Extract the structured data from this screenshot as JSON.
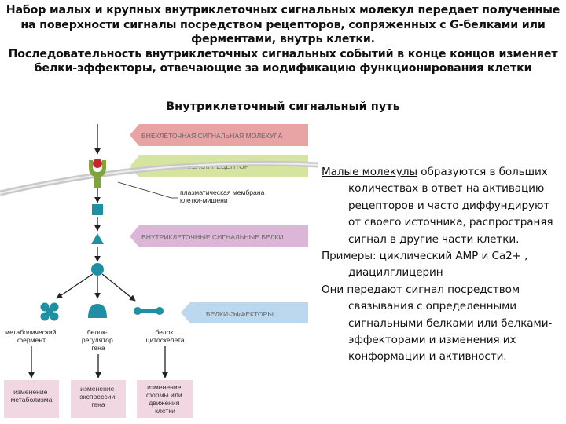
{
  "header": {
    "lines": [
      "Набор малых и крупных внутриклеточных сигнальных молекул передает полученные",
      "на поверхности сигналы посредством рецепторов, сопряженных с G-белками или",
      "ферментами, внутрь клетки.",
      "Последовательность внутриклеточных сигнальных событий в конце концов изменяет",
      "белки-эффекторы, отвечающие за модификацию функционирования клетки"
    ]
  },
  "section_title": "Внутриклеточный  сигнальный путь",
  "diagram": {
    "arrow_labels": {
      "extracellular": "ВНЕКЛЕТОЧНАЯ СИГНАЛЬНАЯ МОЛЕКУЛА",
      "receptor": "БЕЛОК-РЕЦЕПТОР",
      "intracellular": "ВНУТРИКЛЕТОЧНЫЕ СИГНАЛЬНЫЕ БЕЛКИ",
      "effectors": "БЕЛКИ-ЭФФЕКТОРЫ"
    },
    "membrane_label": [
      "плазматическая мембрана",
      "клетки-мишени"
    ],
    "effectors": [
      {
        "label": [
          "метаболический",
          "фермент"
        ],
        "outcome": [
          "изменение",
          "метаболизма"
        ]
      },
      {
        "label": [
          "белок-",
          "регулятор",
          "гена"
        ],
        "outcome": [
          "изменение",
          "экспрессии",
          "гена"
        ]
      },
      {
        "label": [
          "белок",
          "цитоскелета"
        ],
        "outcome": [
          "изменение",
          "формы или",
          "движения",
          "клетки"
        ]
      }
    ],
    "colors": {
      "red": "#e8a3a5",
      "green": "#d5e5a0",
      "violet": "#dcb6d6",
      "blue": "#bcd8ef",
      "molecule": "#1f8fa4",
      "outcome_box": "#f1d7e1",
      "signal": "#c0272d",
      "membrane": "#c9c9c9",
      "receptor": "#7ea43a"
    }
  },
  "side_text": {
    "p1_link": " Малые молекулы",
    "p1_rest": " образуются в больших количествах в ответ на активацию рецепторов и часто диффундируют от своего источника, распространяя сигнал  в другие части клетки.",
    "p2": "Примеры: циклический AMP и  Ca2+ , диацилглицерин",
    "p3": "Они передают сигнал  посредством связывания с  определенными сигнальными  белками или белками-  эффекторами и изменения их  конформации и активности."
  }
}
